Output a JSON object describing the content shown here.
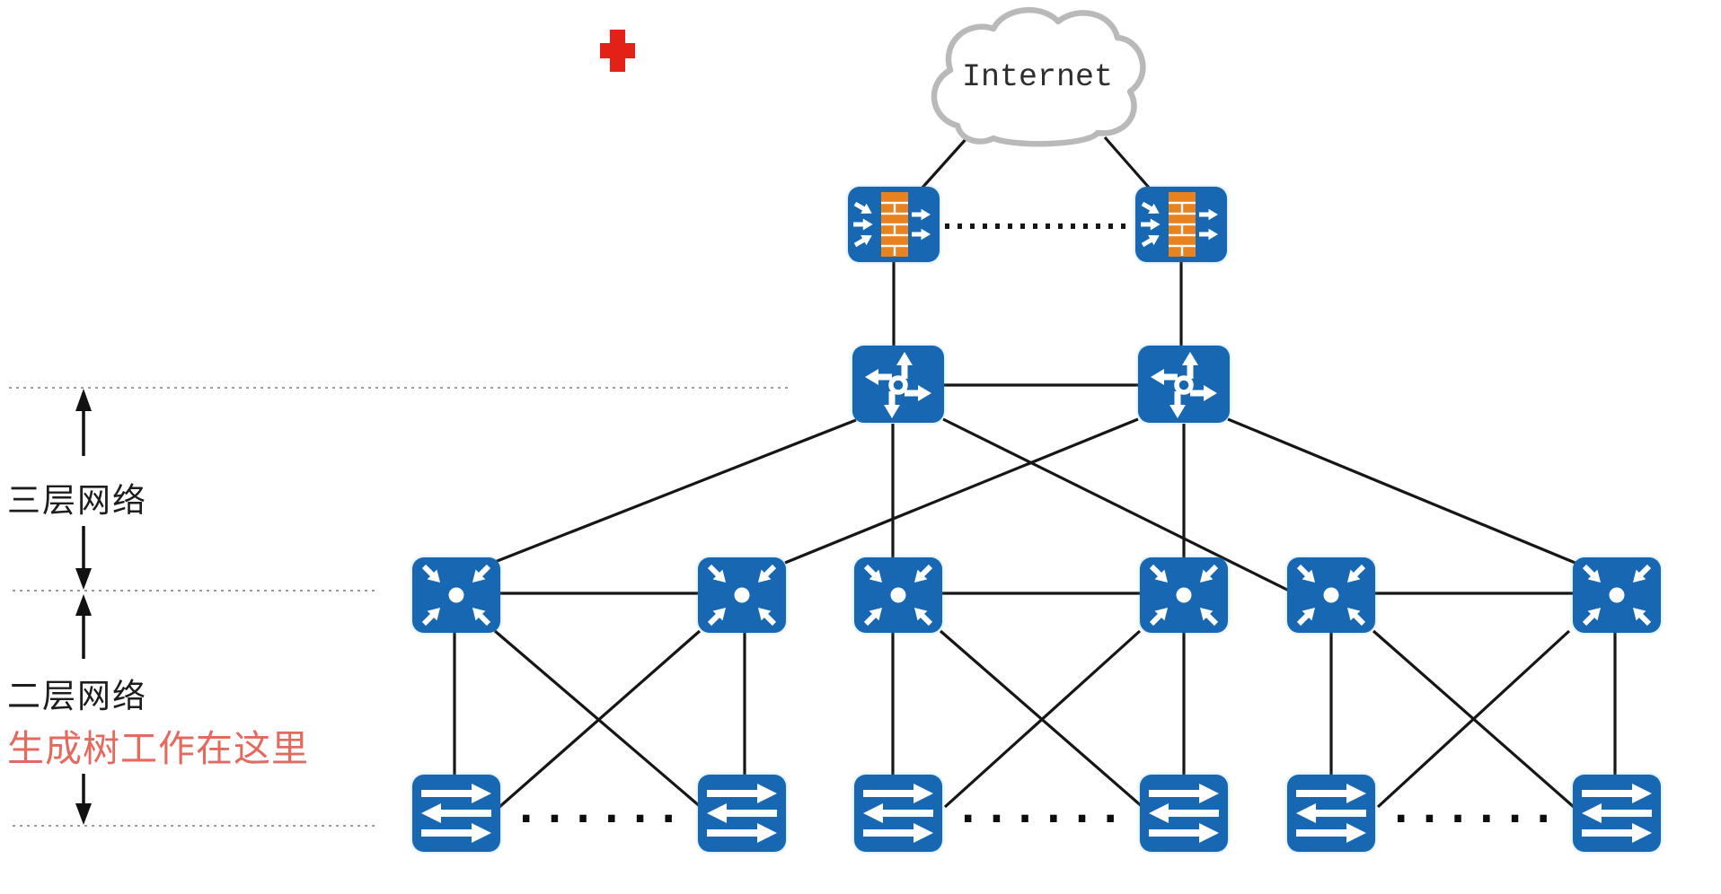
{
  "diagram": {
    "cloud_label": "Internet",
    "labels": {
      "layer3_zone": "三层网络",
      "layer2_zone": "二层网络",
      "layer2_note": "生成树工作在这里"
    },
    "ellipsis": "......",
    "colors": {
      "node_blue": "#1767b3",
      "firewall_orange": "#e8821e",
      "edge_black": "#161616",
      "cloud_gray": "#b9b9b9",
      "separator_gray": "#9c9c9c",
      "red_marker": "#e42117",
      "note_red": "#e4695e",
      "label_dark": "#1d1d1d"
    },
    "nodes": {
      "internet_cloud": {
        "icon": "cloud-icon"
      },
      "firewalls": [
        {
          "id": "firewall-1",
          "icon": "firewall-icon"
        },
        {
          "id": "firewall-2",
          "icon": "firewall-icon"
        }
      ],
      "core_routers": [
        {
          "id": "core-router-1",
          "icon": "router-icon"
        },
        {
          "id": "core-router-2",
          "icon": "router-icon"
        }
      ],
      "aggregation_switches": [
        {
          "id": "aggregation-switch-1",
          "icon": "l3-switch-icon"
        },
        {
          "id": "aggregation-switch-2",
          "icon": "l3-switch-icon"
        },
        {
          "id": "aggregation-switch-3",
          "icon": "l3-switch-icon"
        },
        {
          "id": "aggregation-switch-4",
          "icon": "l3-switch-icon"
        },
        {
          "id": "aggregation-switch-5",
          "icon": "l3-switch-icon"
        },
        {
          "id": "aggregation-switch-6",
          "icon": "l3-switch-icon"
        }
      ],
      "access_switches": [
        {
          "id": "access-switch-1",
          "icon": "l2-switch-icon"
        },
        {
          "id": "access-switch-2",
          "icon": "l2-switch-icon"
        },
        {
          "id": "access-switch-3",
          "icon": "l2-switch-icon"
        },
        {
          "id": "access-switch-4",
          "icon": "l2-switch-icon"
        },
        {
          "id": "access-switch-5",
          "icon": "l2-switch-icon"
        },
        {
          "id": "access-switch-6",
          "icon": "l2-switch-icon"
        }
      ]
    }
  }
}
